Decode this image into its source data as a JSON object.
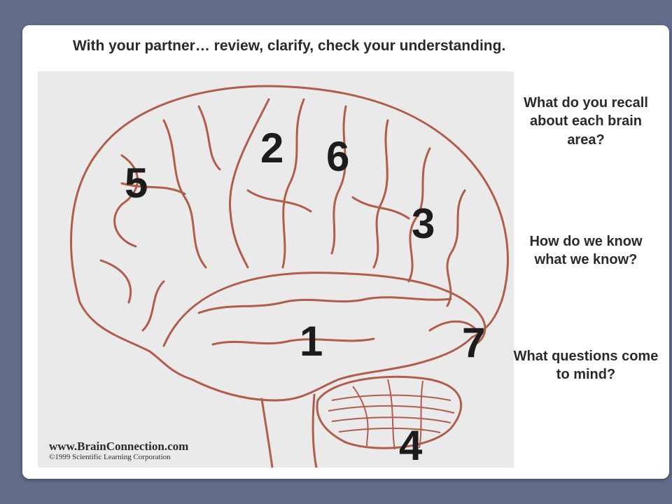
{
  "slide": {
    "heading": "With your partner…  review, clarify, check your understanding.",
    "questions": [
      "What do you recall about each brain area?",
      "How do we know what we know?",
      "What questions come to mind?"
    ]
  },
  "diagram": {
    "region_numbers": [
      "5",
      "2",
      "6",
      "3",
      "1",
      "7",
      "4"
    ],
    "credit_url": "www.BrainConnection.com",
    "credit_copyright": "©1999 Scientific Learning Corporation"
  },
  "colors": {
    "background": "#646c8a",
    "slide": "#ffffff",
    "brain_outline": "#b25c4a",
    "text": "#2a2a2a"
  }
}
